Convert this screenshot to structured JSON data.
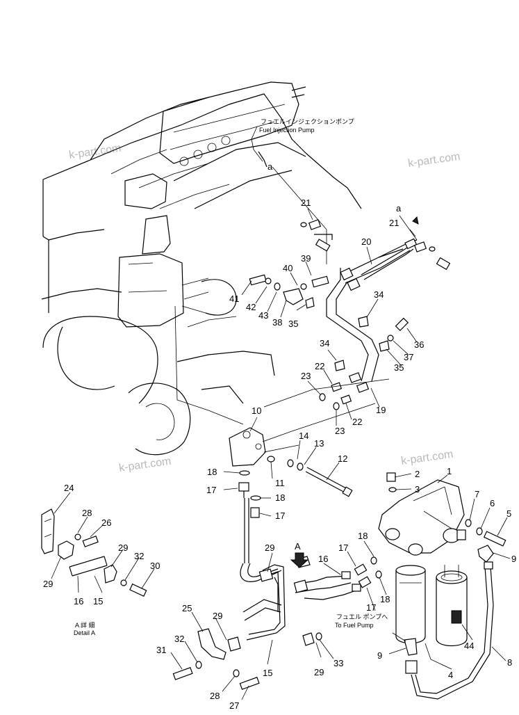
{
  "watermark": "k-part.com",
  "annotations": {
    "pump_jp": "フュエルインジェクションポンプ",
    "pump_en": "Fuel Injection Pump",
    "to_fuel_pump_jp": "フュエル ポンプへ",
    "to_fuel_pump_en": "To Fuel Pump",
    "detail_jp": "A 詳 細",
    "detail_en": "Detail A",
    "view_a": "A",
    "ref_a": "a"
  },
  "callouts": [
    "1",
    "2",
    "3",
    "4",
    "5",
    "6",
    "7",
    "8",
    "9",
    "10",
    "11",
    "12",
    "13",
    "14",
    "15",
    "16",
    "17",
    "18",
    "19",
    "20",
    "21",
    "22",
    "23",
    "24",
    "25",
    "26",
    "27",
    "28",
    "29",
    "30",
    "31",
    "32",
    "33",
    "34",
    "35",
    "36",
    "37",
    "38",
    "39",
    "40",
    "41",
    "42",
    "43",
    "44"
  ]
}
